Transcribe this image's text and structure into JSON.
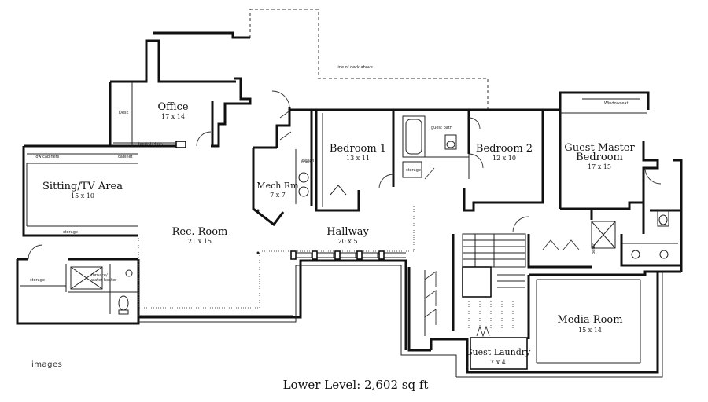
{
  "title": "Lower Level: 2,602 sq ft",
  "watermark": "images",
  "rooms": [
    {
      "id": "office",
      "name": "Office",
      "dims": "17 x 14"
    },
    {
      "id": "sitting",
      "name": "Sitting/TV Area",
      "dims": "15 x 10"
    },
    {
      "id": "rec",
      "name": "Rec. Room",
      "dims": "21 x 15"
    },
    {
      "id": "mech",
      "name": "Mech Rm",
      "dims": "7 x 7"
    },
    {
      "id": "bed1",
      "name": "Bedroom 1",
      "dims": "13 x 11"
    },
    {
      "id": "bed2",
      "name": "Bedroom 2",
      "dims": "12 x 10"
    },
    {
      "id": "guestmaster_1",
      "name": "Guest Master",
      "dims": ""
    },
    {
      "id": "guestmaster_2",
      "name": "Bedroom",
      "dims": "17 x 15"
    },
    {
      "id": "hallway",
      "name": "Hallway",
      "dims": "20 x 5"
    },
    {
      "id": "media",
      "name": "Media Room",
      "dims": "15 x 14"
    },
    {
      "id": "laundry",
      "name": "Guest Laundry",
      "dims": "7 x 4"
    }
  ],
  "annotations": {
    "desk": "Desk",
    "bookshelves": "bookshelves",
    "line_of_deck": "line of deck above",
    "window_seat": "Windowseat",
    "low_cabinets": "low cabinets",
    "cabinet": "cabinet",
    "storage_1": "storage",
    "storage_2": "storage",
    "storage_3": "storage",
    "linen": "linen",
    "guest_bath": "guest bath",
    "bench": "bench",
    "furnace_1": "furnace/",
    "furnace_2": "water heater"
  }
}
